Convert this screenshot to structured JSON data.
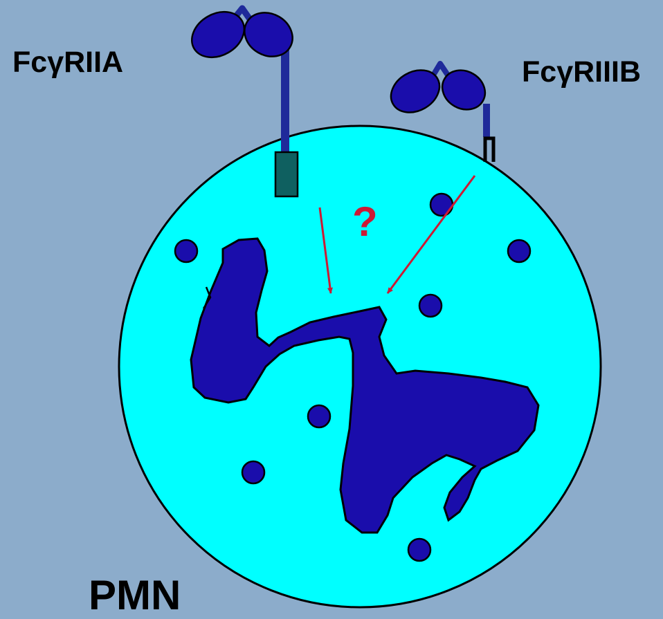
{
  "labels": {
    "receptor_a_prefix": "Fc",
    "receptor_a_greek": "γ",
    "receptor_a_suffix": "RIIA",
    "receptor_b_prefix": "Fc",
    "receptor_b_greek": "γ",
    "receptor_b_suffix": "RIIIB",
    "cell": "PMN",
    "question": "?"
  },
  "colors": {
    "background": "#8caccb",
    "cytoplasm": "#00ffff",
    "nucleus": "#1a0dab",
    "receptor": "#1f2a9a",
    "transmembrane_domain": "#0f6060",
    "signal_arrow": "#cc1a34",
    "outline": "#000000"
  },
  "icons": {
    "receptor_a": "fc-receptor-icon",
    "receptor_b": "gpi-anchored-receptor-icon",
    "signal": "arrow-icon"
  }
}
